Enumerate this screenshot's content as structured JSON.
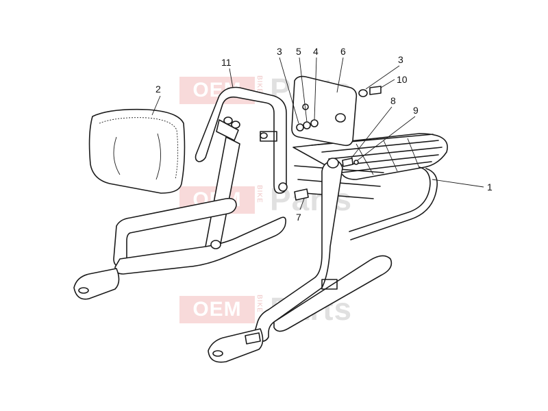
{
  "diagram": {
    "callouts": [
      {
        "label": "1"
      },
      {
        "label": "2"
      },
      {
        "label": "3"
      },
      {
        "label": "3"
      },
      {
        "label": "4"
      },
      {
        "label": "5"
      },
      {
        "label": "6"
      },
      {
        "label": "7"
      },
      {
        "label": "8"
      },
      {
        "label": "9"
      },
      {
        "label": "10"
      },
      {
        "label": "11"
      }
    ]
  },
  "watermark": {
    "oem": "OEM",
    "bike": "BIKE",
    "parts": "Parts"
  },
  "colors": {
    "watermark_red": "#e35a5a",
    "watermark_grey": "#c8c8c8",
    "line": "#1a1a1a"
  }
}
